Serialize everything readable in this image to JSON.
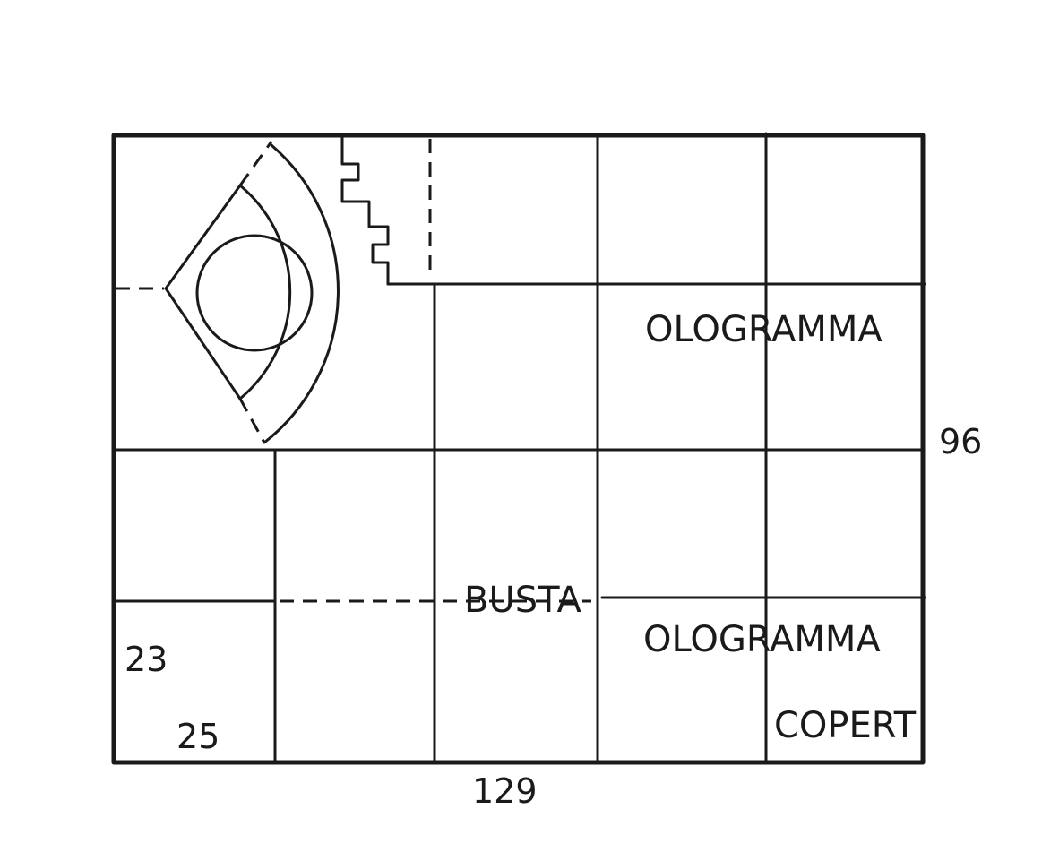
{
  "labels": {
    "hologram_top": "OLOGRAMMA",
    "envelope": "BUSTA",
    "hologram_bottom": "OLOGRAMMA",
    "cover": "COPERT"
  },
  "dimensions": {
    "height_total": "96",
    "width_total": "129",
    "cell_height": "23",
    "cell_width": "25"
  },
  "colors": {
    "line": "#1a1a1a",
    "background": "#ffffff"
  }
}
